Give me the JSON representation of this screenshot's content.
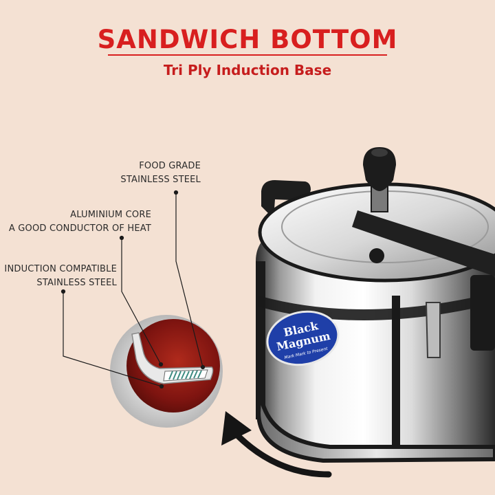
{
  "heading": {
    "title": "SANDWICH BOTTOM",
    "subtitle": "Tri Ply Induction Base"
  },
  "callouts": {
    "food_grade": {
      "line1": "FOOD GRADE",
      "line2": "STAINLESS STEEL"
    },
    "aluminium": {
      "line1": "ALUMINIUM CORE",
      "line2": "A GOOD CONDUCTOR OF HEAT"
    },
    "induction": {
      "line1": "INDUCTION COMPATIBLE",
      "line2": "STAINLESS STEEL"
    }
  },
  "product": {
    "brand_line1": "Black",
    "brand_line2": "Magnum",
    "tagline": "Mark Mark to Present",
    "registered": "®"
  },
  "colors": {
    "background": "#f4e1d3",
    "accent_red": "#d81f1f",
    "label_blue": "#1f3fa8"
  }
}
